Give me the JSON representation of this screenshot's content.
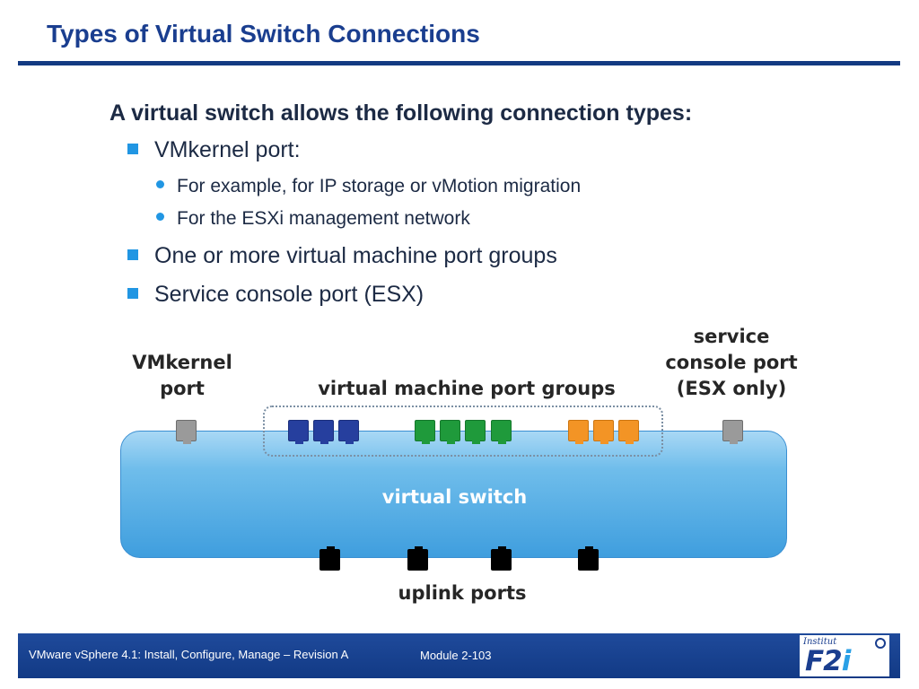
{
  "slide": {
    "title": "Types of Virtual Switch Connections"
  },
  "content": {
    "heading": "A virtual switch allows the following connection types:",
    "items": [
      {
        "label": "VMkernel port:",
        "subitems": [
          "For example, for IP storage or vMotion migration",
          "For the ESXi management network"
        ]
      },
      {
        "label": "One or more virtual machine port groups"
      },
      {
        "label": "Service console port (ESX)"
      }
    ]
  },
  "diagram": {
    "vmkernel_label": [
      "VMkernel",
      "port"
    ],
    "port_groups_label": "virtual machine port groups",
    "service_console_label": [
      "service",
      "console port",
      "(ESX only)"
    ],
    "switch_label": "virtual switch",
    "uplink_label": "uplink ports",
    "colors": {
      "vmkernel_port": "#9a9a9a",
      "pg_blue": "#263f9e",
      "pg_green": "#1f9a3b",
      "pg_orange": "#f39425",
      "uplink": "#000000",
      "switch": "#4aa6e0"
    },
    "port_counts": {
      "blue": 3,
      "green": 4,
      "orange": 3,
      "uplink": 4
    }
  },
  "footer": {
    "course": "VMware vSphere 4.1: Install, Configure, Manage – Revision A",
    "module": "Module 2-103",
    "logo_top": "Institut",
    "logo_main_a": "F2",
    "logo_main_b": "i"
  }
}
